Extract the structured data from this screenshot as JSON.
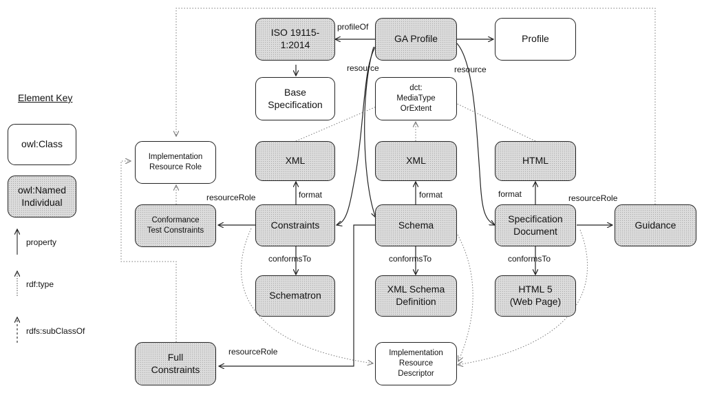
{
  "key": {
    "title": "Element Key",
    "class_label": "owl:Class",
    "individual_label": "owl:Named\nIndividual",
    "property_label": "property",
    "type_label": "rdf:type",
    "subclass_label": "rdfs:subClassOf"
  },
  "nodes": {
    "iso": "ISO 19115-\n1:2014",
    "ga_profile": "GA Profile",
    "profile": "Profile",
    "base_spec": "Base\nSpecification",
    "media_type": "dct:\nMediaType\nOrExtent",
    "impl_role": "Implementation\nResource Role",
    "xml1": "XML",
    "xml2": "XML",
    "html": "HTML",
    "conf_test": "Conformance\nTest Constraints",
    "constraints": "Constraints",
    "schema": "Schema",
    "spec_doc": "Specification\nDocument",
    "guidance": "Guidance",
    "schematron": "Schematron",
    "xsd": "XML Schema\nDefinition",
    "html5": "HTML 5\n(Web Page)",
    "full_constraints": "Full\nConstraints",
    "impl_descriptor": "Implementation\nResource\nDescriptor"
  },
  "edge_labels": {
    "profile_of": "profileOf",
    "resource_left": "resource",
    "resource_right": "resource",
    "format_constraints": "format",
    "format_schema": "format",
    "format_spec": "format",
    "resource_role_constraints": "resourceRole",
    "resource_role_spec": "resourceRole",
    "resource_role_full": "resourceRole",
    "conforms_constraints": "conformsTo",
    "conforms_schema": "conformsTo",
    "conforms_spec": "conformsTo"
  }
}
